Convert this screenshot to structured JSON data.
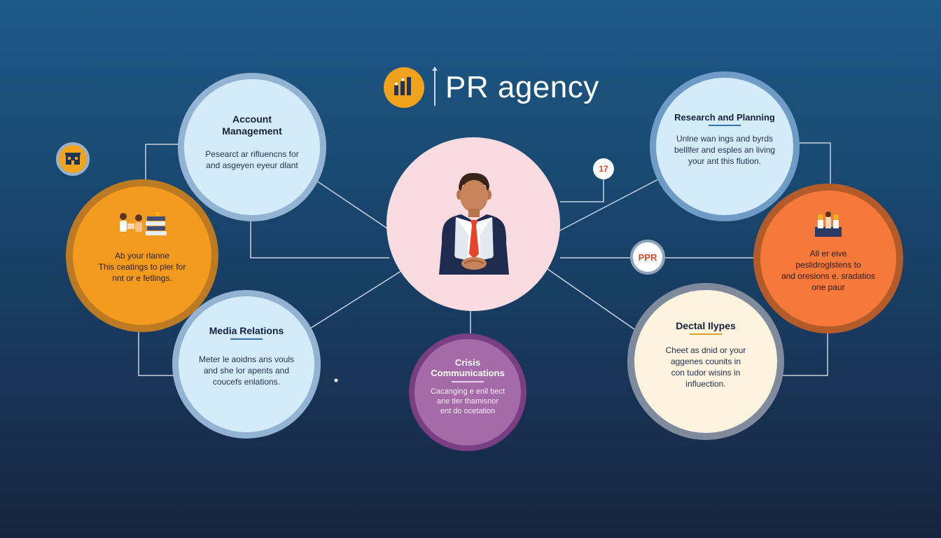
{
  "header": {
    "brand": "PR agency",
    "logo_icon": "bar-chart-icon"
  },
  "center": {
    "icon": "businessman-handshake-icon",
    "color": "#f8dbe1"
  },
  "nodes": {
    "account_management": {
      "title_lines": [
        "Account",
        "Management"
      ],
      "body_lines": [
        "Pesearct ar rifluencns for",
        "and asgeyen eyeur dlant"
      ]
    },
    "research_planning": {
      "title": "Research and Planning",
      "body_lines": [
        "Unlne wan ings and byrds",
        "belllfer and esples an living",
        "your ant this flution."
      ]
    },
    "left_orange": {
      "icon": "people-with-books-icon",
      "body_lines": [
        "Ab your rlanne",
        "This ceatings to pler for",
        "nnt or e fetlings."
      ]
    },
    "right_orange": {
      "icon": "team-tools-icon",
      "body_lines": [
        "All er eive",
        "peslidroglstens to",
        "and oresions e. sradatios",
        "one paur"
      ]
    },
    "media_relations": {
      "title": "Media Relations",
      "body_lines": [
        "Meter le aoidns ans vouls",
        "and she lor apents and",
        "coucefs enlations."
      ]
    },
    "crisis": {
      "title_lines": [
        "Crisis",
        "Communications"
      ],
      "body_lines": [
        "Cacanging e enil bect",
        "ane tler thamisnor",
        "ent do ocetation"
      ]
    },
    "dectal": {
      "title": "Dectal Ilypes",
      "body_lines": [
        "Cheet as dnid or your",
        "aggenes counits in",
        "con tudor wisins in",
        "influection."
      ]
    }
  },
  "badges": {
    "top_left_icon": "building-icon",
    "number": "17",
    "ppr": "PPR"
  },
  "colors": {
    "light_blue": "#d4ecf9",
    "orange_left": "#f39b1f",
    "orange_right": "#f5793a",
    "purple": "#a56aa8",
    "cream": "#fbf3de",
    "accent_gold": "#f1a21c"
  }
}
